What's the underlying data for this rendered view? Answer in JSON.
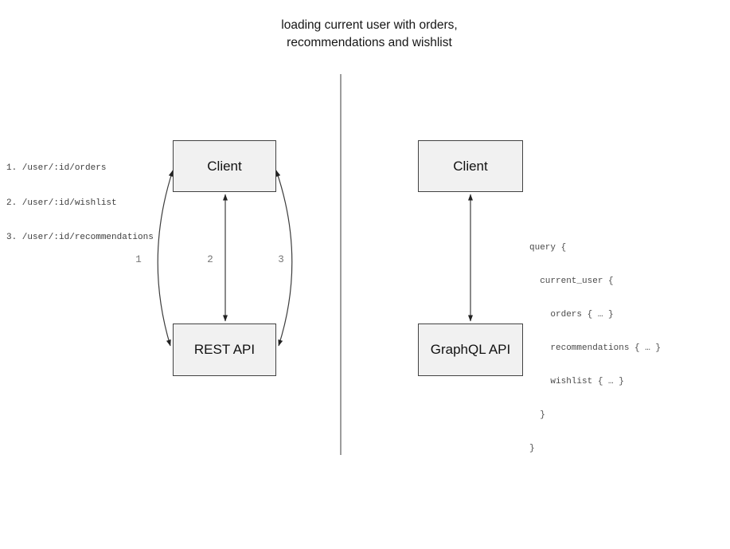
{
  "title": {
    "line1": "loading current user with orders,",
    "line2": "recommendations and wishlist"
  },
  "rest_side": {
    "endpoints": [
      "1. /user/:id/orders",
      "2. /user/:id/wishlist",
      "3. /user/:id/recommendations"
    ],
    "client_label": "Client",
    "api_label": "REST API",
    "arrow_labels": [
      "1",
      "2",
      "3"
    ]
  },
  "graphql_side": {
    "client_label": "Client",
    "api_label": "GraphQL API",
    "query_lines": [
      "query {",
      "  current_user {",
      "    orders { … }",
      "    recommendations { … }",
      "    wishlist { … }",
      "  }",
      "}"
    ]
  },
  "colors": {
    "background": "#ffffff",
    "box_fill": "#f1f1f1",
    "box_border": "#424242",
    "arrow": "#3c3c3c",
    "divider": "#7d7d7d",
    "endpoint_text": "#3d3d3d",
    "query_text": "#4a4a4a",
    "arrow_label_text": "#757575"
  }
}
